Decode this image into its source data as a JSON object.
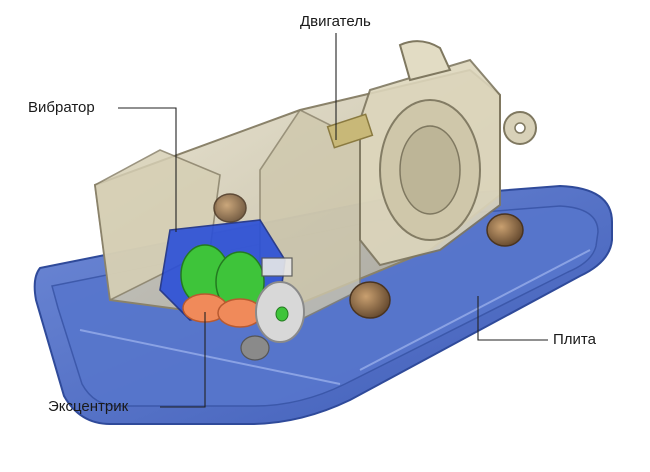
{
  "diagram": {
    "labels": {
      "motor": "Двигатель",
      "vibrator": "Вибратор",
      "plate": "Плита",
      "eccentric": "Эксцентрик"
    },
    "colors": {
      "plate": "#4f6fc4",
      "plate_edge": "#2f4a9a",
      "housing": "#c9c2a6",
      "housing_edge": "#8a826a",
      "eccentric_green": "#3ec43a",
      "eccentric_orange": "#f08a5a",
      "vibrator_blue": "#2a4fd8",
      "pulley": "#d8d8d8",
      "wheel": "#7a5a3a",
      "leader": "#222222"
    }
  }
}
